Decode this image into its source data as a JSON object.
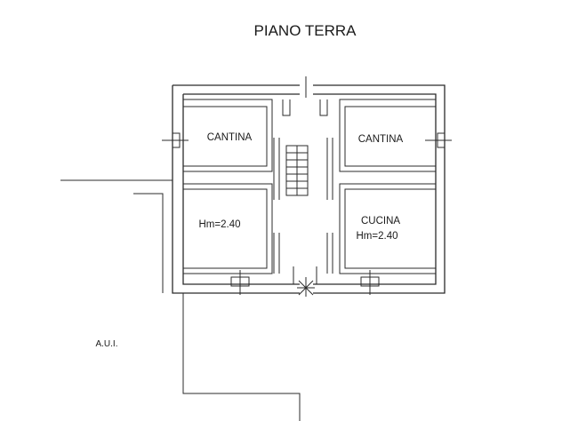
{
  "title": "PIANO TERRA",
  "rooms": [
    {
      "id": "cantina_left",
      "lines": [
        "CANTINA"
      ]
    },
    {
      "id": "cantina_right",
      "lines": [
        "CANTINA"
      ]
    },
    {
      "id": "room_left",
      "lines": [
        "Hm=2.40"
      ]
    },
    {
      "id": "cucina",
      "lines": [
        "CUCINA",
        "Hm=2.40"
      ]
    }
  ],
  "outside_label": "A.U.I."
}
